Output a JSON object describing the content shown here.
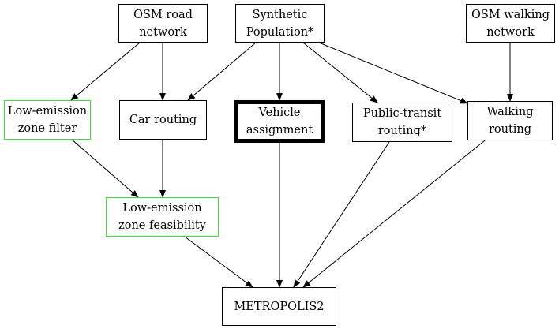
{
  "nodes": {
    "osm_road": [
      "OSM road",
      "network"
    ],
    "synthetic_population": [
      "Synthetic",
      "Population*"
    ],
    "osm_walking": [
      "OSM walking",
      "network"
    ],
    "lez_filter": [
      "Low-emission",
      "zone filter"
    ],
    "car_routing": [
      "Car routing"
    ],
    "vehicle_assignment": [
      "Vehicle",
      "assignment"
    ],
    "public_transit": [
      "Public-transit",
      "routing*"
    ],
    "walking_routing": [
      "Walking",
      "routing"
    ],
    "lez_feasibility": [
      "Low-emission",
      "zone feasibility"
    ],
    "metropolis": [
      "METROPOLIS2"
    ]
  },
  "edges": [
    [
      "osm_road",
      "lez_filter"
    ],
    [
      "osm_road",
      "car_routing"
    ],
    [
      "synthetic_population",
      "car_routing"
    ],
    [
      "synthetic_population",
      "vehicle_assignment"
    ],
    [
      "synthetic_population",
      "public_transit"
    ],
    [
      "synthetic_population",
      "walking_routing"
    ],
    [
      "osm_walking",
      "walking_routing"
    ],
    [
      "lez_filter",
      "lez_feasibility"
    ],
    [
      "car_routing",
      "lez_feasibility"
    ],
    [
      "lez_feasibility",
      "metropolis"
    ],
    [
      "vehicle_assignment",
      "metropolis"
    ],
    [
      "public_transit",
      "metropolis"
    ],
    [
      "walking_routing",
      "metropolis"
    ]
  ],
  "colors": {
    "border": "#000000",
    "highlight_border": "#33e033",
    "arrow": "#000000",
    "background": "#ffffff"
  }
}
